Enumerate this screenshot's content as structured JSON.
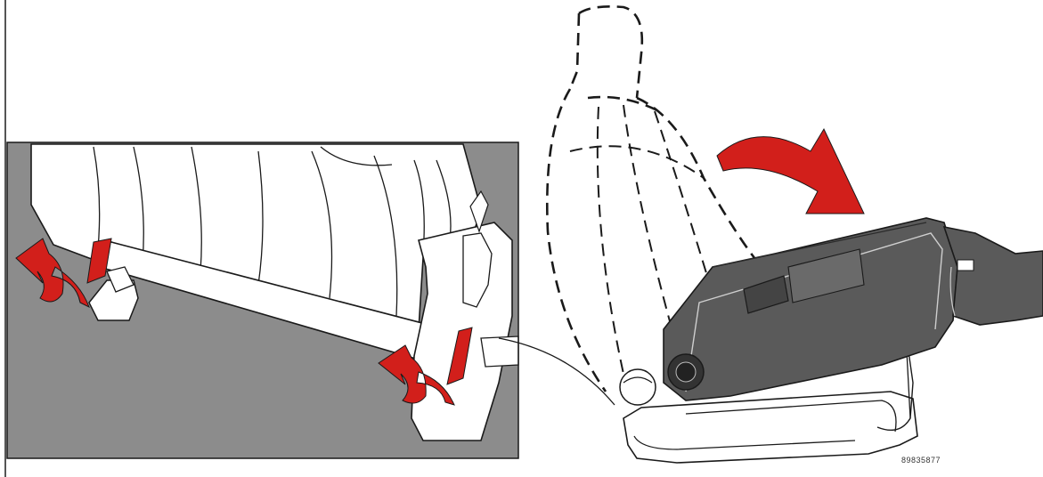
{
  "figure": {
    "code": "89835877"
  },
  "colors": {
    "arrow": "#d21f1b",
    "inset_background": "#8c8c8c",
    "seat_fold": "#5a5a5a",
    "outline": "#1a1a1a",
    "page_background": "#ffffff"
  },
  "icons": {
    "arrows": [
      "curved-arrow-fold-forward",
      "release-arrow",
      "release-arrow"
    ]
  }
}
